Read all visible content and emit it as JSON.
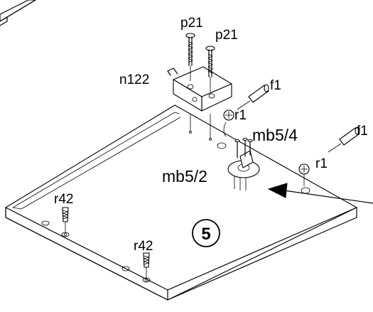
{
  "labels": {
    "p21_left": "p21",
    "p21_right": "p21",
    "n122": "n122",
    "f1_top": "f1",
    "f1_right": "f1",
    "r1_left": "r1",
    "r1_right": "r1",
    "mb5_4": "mb5/4",
    "mb5_2": "mb5/2",
    "r42_left": "r42",
    "r42_bottom": "r42"
  },
  "step": {
    "number": "5"
  }
}
